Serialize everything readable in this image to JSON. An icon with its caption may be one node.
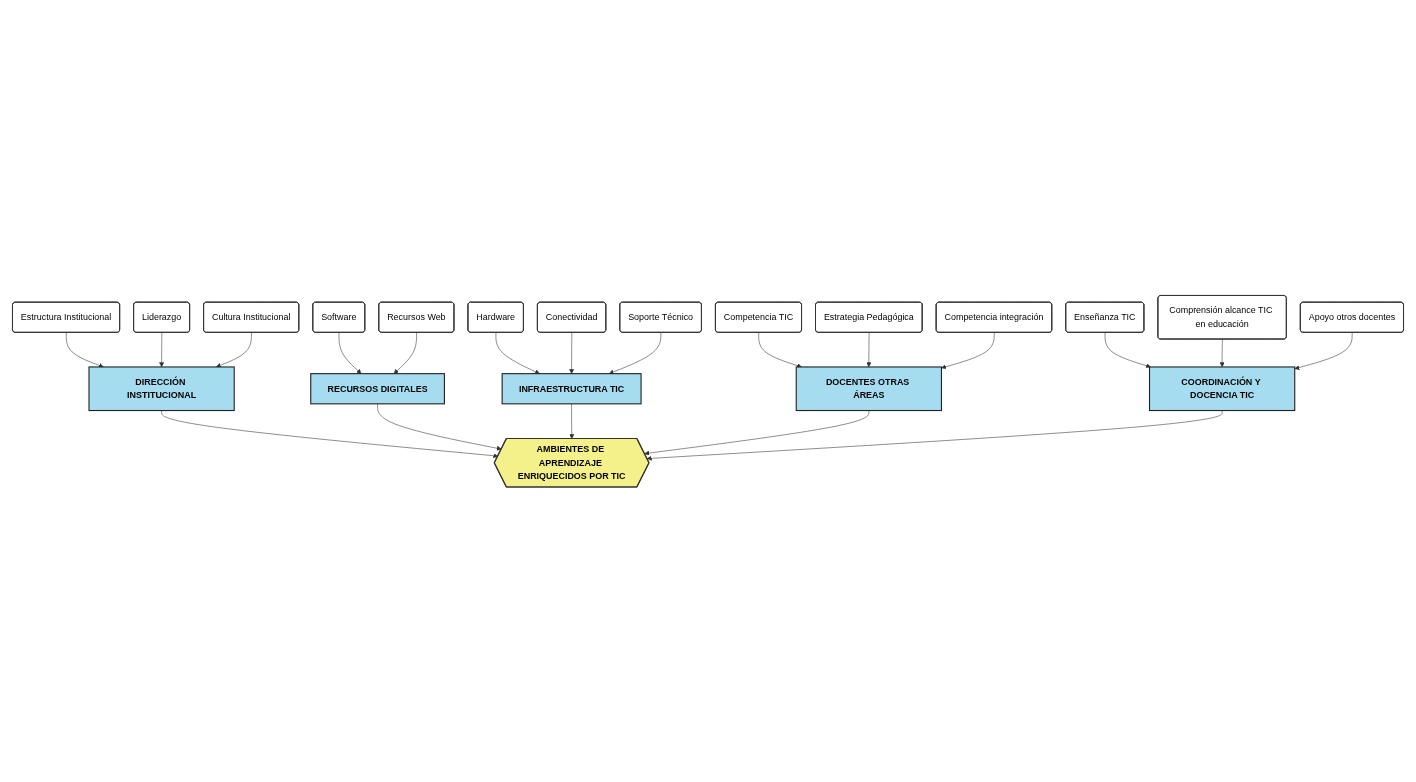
{
  "diagram": {
    "nodes": [
      {
        "text": [
          "Estructura Institucional"
        ]
      },
      {
        "text": [
          "Liderazgo"
        ]
      },
      {
        "text": [
          "Cultura Institucional"
        ]
      },
      {
        "text": [
          "DIRECCIÓN INSTITUCIONAL"
        ]
      },
      {
        "text": [
          "Software"
        ]
      },
      {
        "text": [
          "Recursos Web"
        ]
      },
      {
        "text": [
          "RECURSOS DIGITALES"
        ]
      },
      {
        "text": [
          "AMBIENTES DE APRENDIZAJE ENRIQUECIDOS POR TIC"
        ]
      },
      {
        "text": [
          "Hardware"
        ]
      },
      {
        "text": [
          "Conectividad"
        ]
      },
      {
        "text": [
          "Soporte Técnico"
        ]
      },
      {
        "text": [
          "INFRAESTRUCTURA TIC"
        ]
      },
      {
        "text": [
          "Competencia TIC"
        ]
      },
      {
        "text": [
          "Estrategia Pedagógica"
        ]
      },
      {
        "text": [
          "Competencia integración"
        ]
      },
      {
        "text": [
          "DOCENTES OTRAS ÁREAS"
        ]
      },
      {
        "text": [
          "Enseñanza TIC"
        ]
      },
      {
        "text": [
          "Comprensión alcance TIC en educación"
        ]
      },
      {
        "text": [
          "Apoyo otros docentes"
        ]
      },
      {
        "text": [
          "COORDINACIÓN Y DOCENCIA TIC"
        ]
      }
    ],
    "edges": [
      {
        "from": 0,
        "to": 3,
        "arrow": "to"
      },
      {
        "from": 1,
        "to": 3,
        "arrow": "to"
      },
      {
        "from": 2,
        "to": 3,
        "arrow": "to"
      },
      {
        "from": 3,
        "to": 7,
        "arrow": "to"
      },
      {
        "from": 4,
        "to": 6,
        "arrow": "to"
      },
      {
        "from": 5,
        "to": 6,
        "arrow": "to"
      },
      {
        "from": 6,
        "to": 7,
        "arrow": "to"
      },
      {
        "from": 8,
        "to": 11,
        "arrow": "to"
      },
      {
        "from": 9,
        "to": 11,
        "arrow": "to"
      },
      {
        "from": 10,
        "to": 11,
        "arrow": "to"
      },
      {
        "from": 11,
        "to": 7,
        "arrow": "to"
      },
      {
        "from": 12,
        "to": 15,
        "arrow": "to"
      },
      {
        "from": 13,
        "to": 15,
        "arrow": "to"
      },
      {
        "from": 14,
        "to": 15,
        "arrow": "to"
      },
      {
        "from": 15,
        "to": 7,
        "arrow": "to"
      },
      {
        "from": 16,
        "to": 19,
        "arrow": "to"
      },
      {
        "from": 17,
        "to": 19,
        "arrow": "to"
      },
      {
        "from": 18,
        "to": 19,
        "arrow": "to"
      },
      {
        "from": 19,
        "to": 7,
        "arrow": "to"
      }
    ]
  }
}
